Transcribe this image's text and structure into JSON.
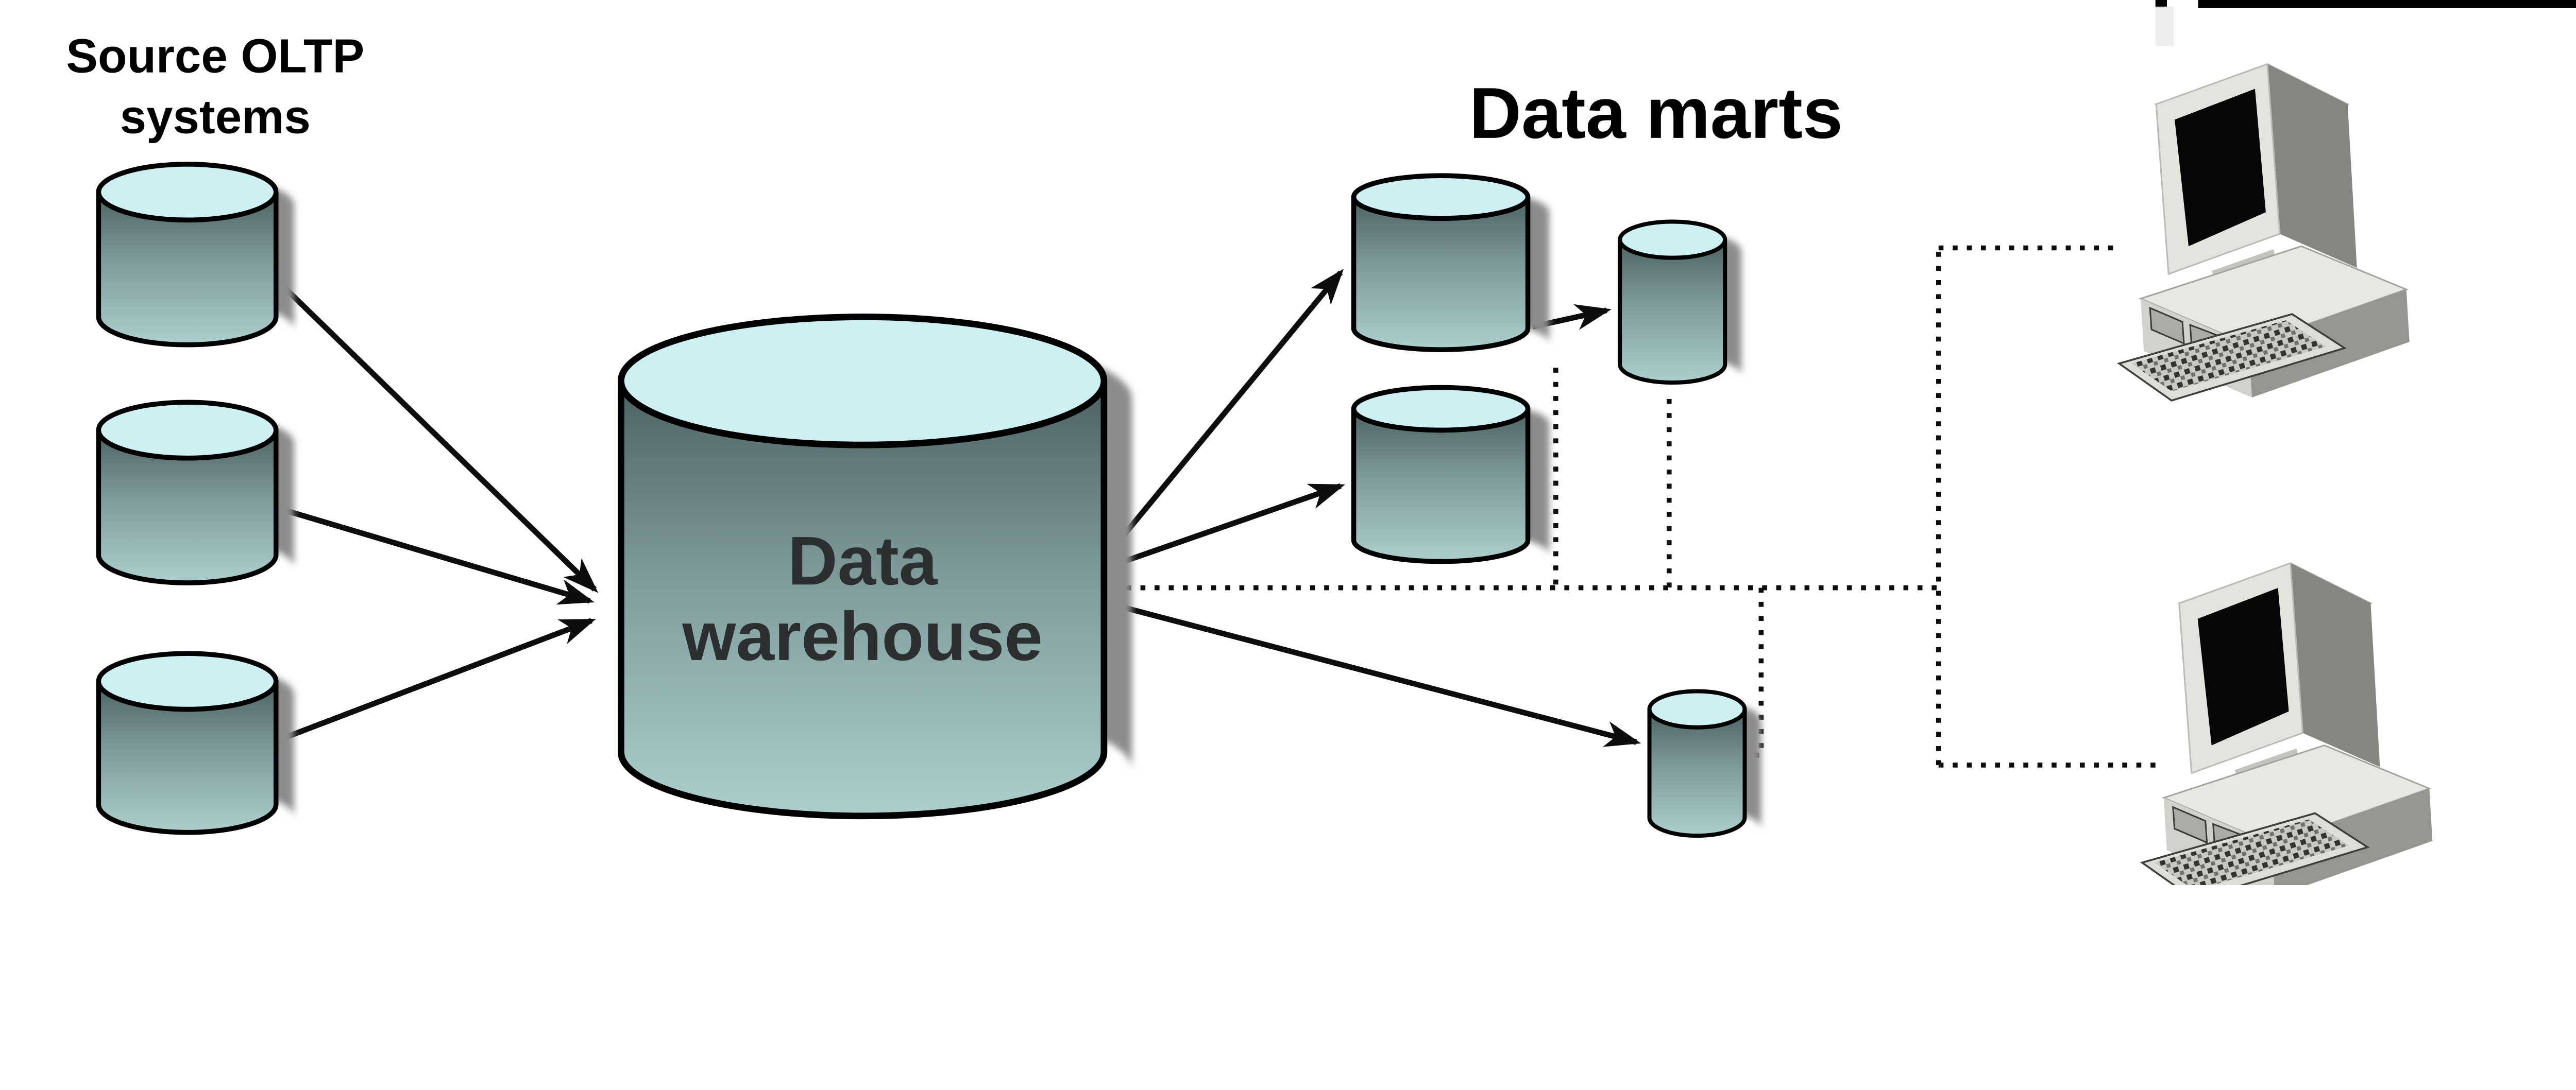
{
  "diagram": {
    "type": "data-warehouse-architecture",
    "source_systems": {
      "label_line1": "Source OLTP",
      "label_line2": "systems",
      "database_count": 3,
      "items": [
        "source-db-1",
        "source-db-2",
        "source-db-3"
      ]
    },
    "warehouse": {
      "label_line1": "Data",
      "label_line2": "warehouse"
    },
    "data_marts": {
      "title": "Data marts",
      "mart_count": 4,
      "items": [
        "mart-large-top",
        "mart-small-top",
        "mart-large-middle",
        "mart-small-bottom"
      ]
    },
    "workstations": {
      "count": 2,
      "items": [
        "workstation-top",
        "workstation-bottom"
      ]
    },
    "connections": {
      "solid_arrows": [
        {
          "from": "source-db-1",
          "to": "warehouse"
        },
        {
          "from": "source-db-2",
          "to": "warehouse"
        },
        {
          "from": "source-db-3",
          "to": "warehouse"
        },
        {
          "from": "warehouse",
          "to": "mart-large-top"
        },
        {
          "from": "warehouse",
          "to": "mart-large-middle"
        },
        {
          "from": "warehouse",
          "to": "mart-small-bottom"
        },
        {
          "from": "mart-large-top",
          "to": "mart-small-top"
        }
      ],
      "dotted_links": [
        {
          "from": "warehouse",
          "to": "workstation-top"
        },
        {
          "from": "warehouse",
          "to": "workstation-bottom"
        },
        {
          "from": "mart-large-top",
          "to": "dotted-trunk"
        },
        {
          "from": "mart-small-top",
          "to": "dotted-trunk"
        },
        {
          "from": "mart-small-bottom",
          "to": "dotted-trunk"
        }
      ]
    }
  },
  "colors": {
    "background": "#ffffff",
    "cylinder_top_fill": "#cdf1f3",
    "cylinder_body_top": "#4e6464",
    "cylinder_body_mid": "#7e9b9a",
    "cylinder_body_bottom": "#accfcd",
    "outline": "#000000",
    "shadow": "#8c8c8c",
    "connector": "#0d0d0d",
    "warehouse_text": "#2b2f2f",
    "label_text": "#000000",
    "top_bar": "#000000"
  }
}
